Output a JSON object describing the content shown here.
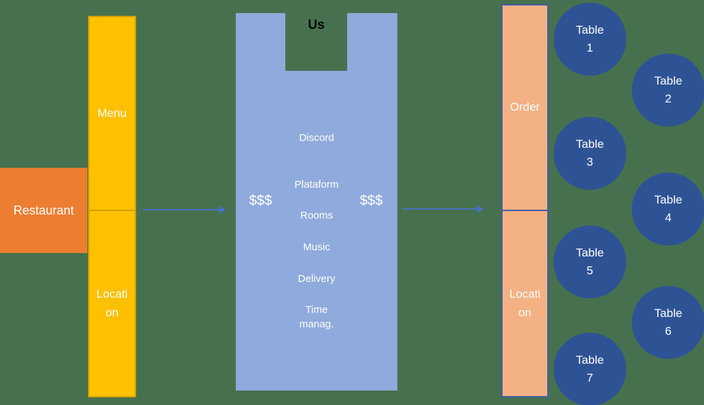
{
  "colors": {
    "background_green": "#47714e",
    "restaurant_orange": "#ed7d31",
    "menu_yellow": "#ffc000",
    "menu_yellow_border": "#d4a000",
    "platform_light_blue": "#8faadc",
    "order_peach": "#f4b183",
    "order_border_blue": "#3f5ea9",
    "table_navy": "#2e5395",
    "arrow_blue": "#4472c4"
  },
  "restaurant": {
    "label": "Restaurant"
  },
  "menu_bar": {
    "sections": [
      {
        "label": "Menu"
      },
      {
        "label": "Locati on"
      }
    ]
  },
  "platform": {
    "title": "Us",
    "items": [
      "Discord",
      "Plataform",
      "Rooms",
      "Music",
      "Delivery",
      "Time manag."
    ],
    "money_left": "$$$",
    "money_right": "$$$"
  },
  "order_bar": {
    "sections": [
      {
        "label": "Order"
      },
      {
        "label": "Locati on"
      }
    ]
  },
  "tables": [
    "Table 1",
    "Table 2",
    "Table 3",
    "Table 4",
    "Table 5",
    "Table 6",
    "Table 7"
  ]
}
